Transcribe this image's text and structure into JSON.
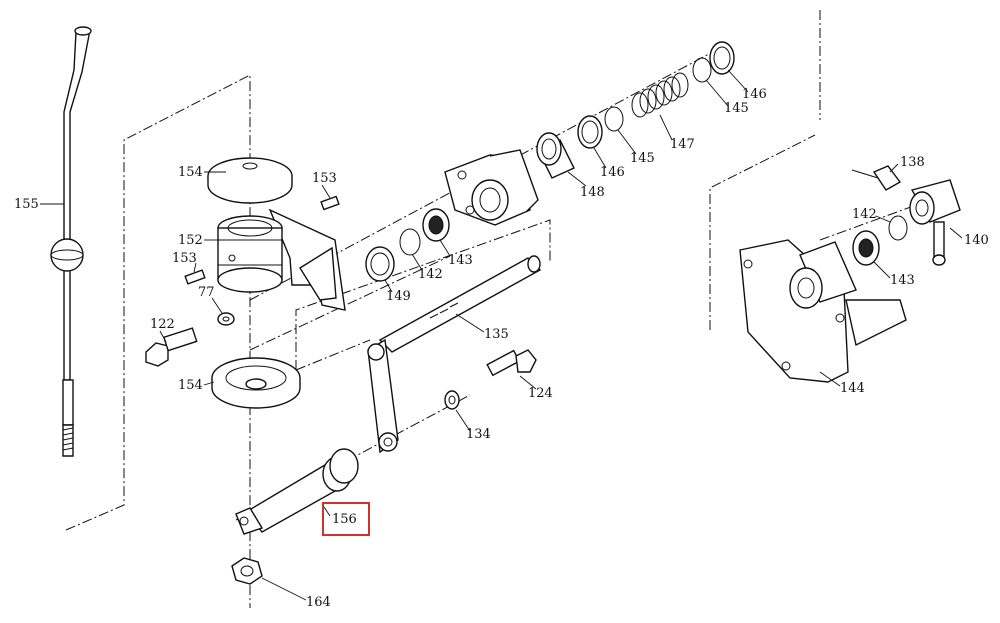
{
  "diagram": {
    "highlight_color": "#d0312d",
    "highlighted_callout": "156",
    "callouts": {
      "c155": "155",
      "c154a": "154",
      "c153a": "153",
      "c152": "152",
      "c153b": "153",
      "c77": "77",
      "c122": "122",
      "c154b": "154",
      "c149": "149",
      "c142a": "142",
      "c143a": "143",
      "c148": "148",
      "c146a": "146",
      "c145a": "145",
      "c147": "147",
      "c145b": "145",
      "c146b": "146",
      "c135": "135",
      "c124": "124",
      "c134": "134",
      "c156": "156",
      "c164": "164",
      "c138": "138",
      "c142b": "142",
      "c140": "140",
      "c143b": "143",
      "c144": "144"
    }
  }
}
